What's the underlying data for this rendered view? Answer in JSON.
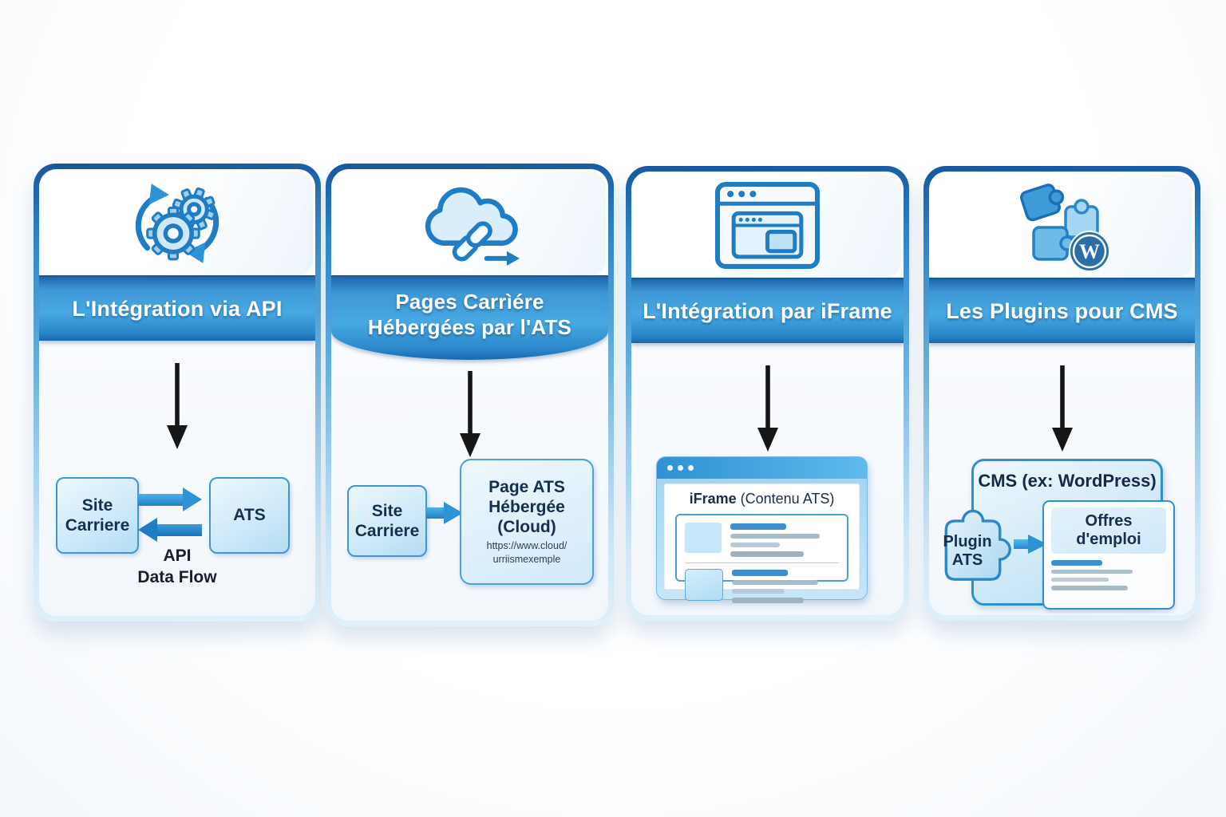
{
  "colors": {
    "accent_blue": "#2e97d8",
    "band_top": "#47a9e2",
    "band_bottom": "#1a67ab",
    "card_border_dark": "#17569f",
    "node_border": "#3e97d4",
    "node_fill": "#cfeafa",
    "text_navy": "#14304e",
    "title_white": "#ffffff",
    "arrow_black": "#161616",
    "wordpress_blue": "#2d6da6"
  },
  "cards": [
    {
      "id": "api-integration",
      "icon": "sync-gears-icon",
      "title": "L'Intégration via API",
      "flow": {
        "source": "Site\nCarriere",
        "target": "ATS",
        "label": "API\nData Flow"
      }
    },
    {
      "id": "ats-hosted-pages",
      "icon": "cloud-link-icon",
      "title": "Pages Carrìére\nHébergées par l'ATS",
      "flow": {
        "source": "Site\nCarriere",
        "target_title": "Page ATS\nHébergée\n(Cloud)",
        "target_url": "https://www.cloud/\nurriismexemple"
      }
    },
    {
      "id": "iframe-integration",
      "icon": "browser-iframe-icon",
      "title": "L'Intégration par iFrame",
      "mockup": {
        "heading_primary": "iFrame",
        "heading_secondary": "(Contenu ATS)"
      }
    },
    {
      "id": "cms-plugins",
      "icon": "puzzle-wordpress-icon",
      "title": "Les Plugins pour CMS",
      "wordpress_w": "W",
      "flow": {
        "container": "CMS (ex: WordPress)",
        "plugin": "Plugin\nATS",
        "target": "Offres\nd'emploi"
      }
    }
  ]
}
